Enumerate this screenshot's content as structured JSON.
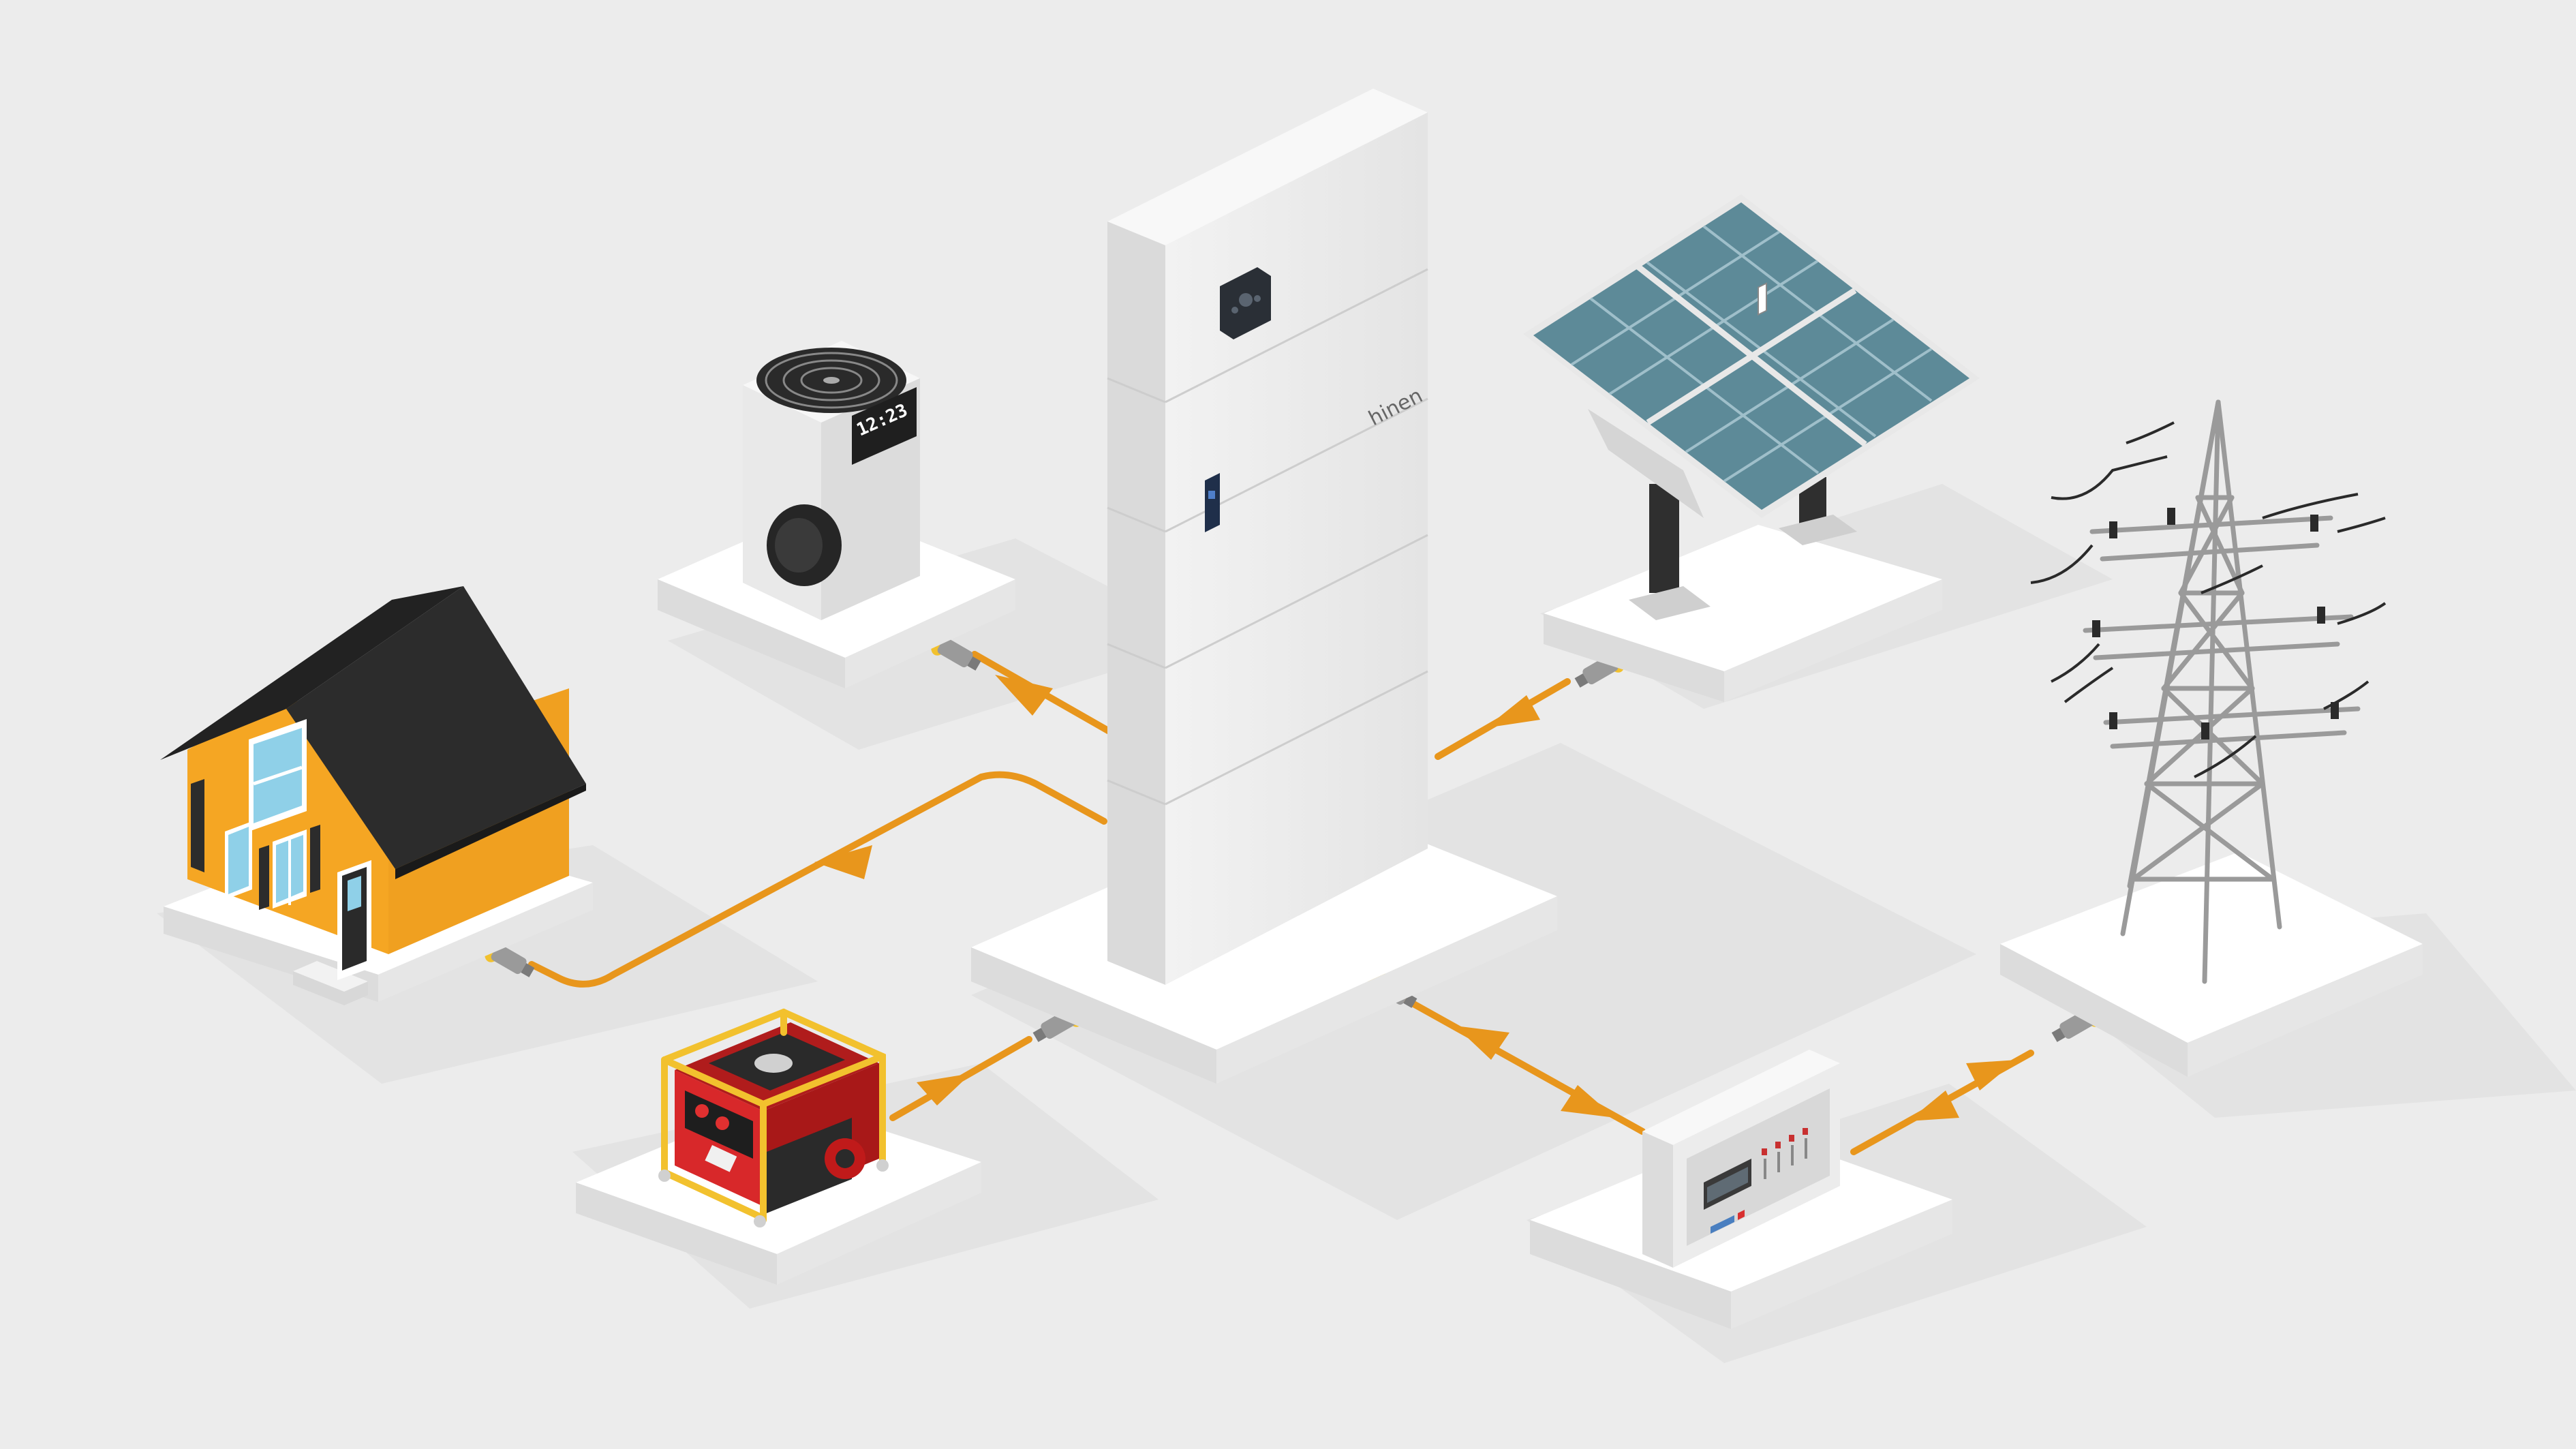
{
  "colors": {
    "background": "#ececec",
    "platform_top": "#ffffff",
    "platform_side": "#dcdcdc",
    "shadow": "#e2e2e2",
    "flow_line": "#e8961c",
    "connector": "#9a9a9a",
    "house_wall": "#f5a623",
    "house_roof": "#2c2c2c",
    "battery": "#ececec",
    "battery_side": "#d2d2d2",
    "solar_cell": "#5d8a98",
    "solar_frame": "#3c5560",
    "generator_red": "#d8282a",
    "generator_frame": "#f2c12e",
    "pylon": "#9a9a9a"
  },
  "battery": {
    "brand": "hinen"
  },
  "heat_pump": {
    "display": "12:23"
  },
  "nodes": [
    {
      "id": "battery-storage",
      "icon": "battery-tower-icon"
    },
    {
      "id": "heat-pump",
      "icon": "heat-pump-icon"
    },
    {
      "id": "solar-panel",
      "icon": "solar-panel-icon"
    },
    {
      "id": "house",
      "icon": "house-icon"
    },
    {
      "id": "generator",
      "icon": "generator-icon"
    },
    {
      "id": "distribution-box",
      "icon": "distribution-box-icon"
    },
    {
      "id": "power-pylon",
      "icon": "power-pylon-icon"
    }
  ],
  "flows": [
    {
      "from": "battery-storage",
      "to": "heat-pump",
      "direction": "out"
    },
    {
      "from": "solar-panel",
      "to": "battery-storage",
      "direction": "in"
    },
    {
      "from": "battery-storage",
      "to": "house",
      "direction": "out"
    },
    {
      "from": "generator",
      "to": "battery-storage",
      "direction": "in"
    },
    {
      "from": "battery-storage",
      "to": "distribution-box",
      "direction": "both"
    },
    {
      "from": "distribution-box",
      "to": "power-pylon",
      "direction": "both"
    }
  ]
}
